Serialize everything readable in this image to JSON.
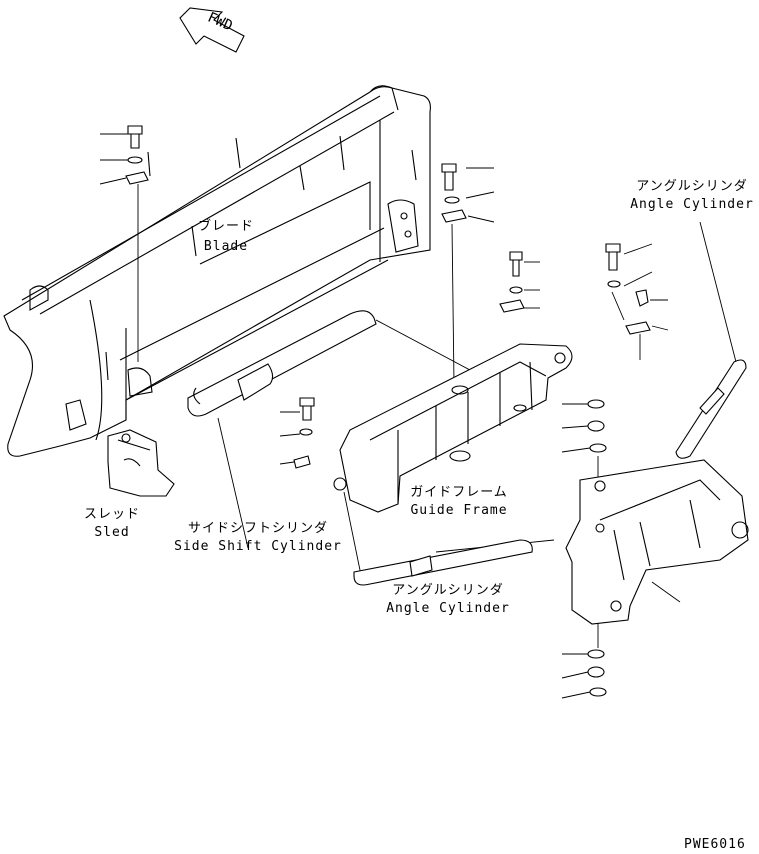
{
  "fwd_label": "FWD",
  "labels": {
    "blade_jp": "ブレード",
    "blade_en": "Blade",
    "sled_jp": "スレッド",
    "sled_en": "Sled",
    "side_shift_jp": "サイドシフトシリンダ",
    "side_shift_en": "Side Shift Cylinder",
    "guide_frame_jp": "ガイドフレーム",
    "guide_frame_en": "Guide Frame",
    "angle_cyl_top_jp": "アングルシリンダ",
    "angle_cyl_top_en": "Angle Cylinder",
    "angle_cyl_bottom_jp": "アングルシリンダ",
    "angle_cyl_bottom_en": "Angle Cylinder"
  },
  "drawing_code": "PWE6016"
}
